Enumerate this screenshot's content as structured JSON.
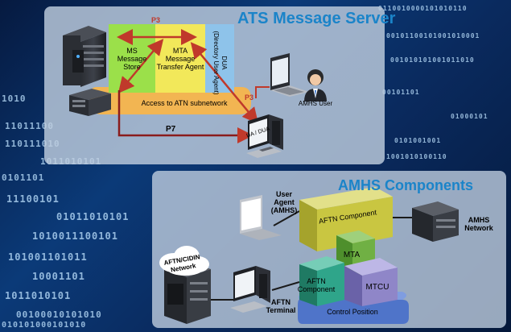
{
  "binary_lines": [
    "0110010000101010110",
    "00101100101001010001",
    "001010101001011010",
    "00101101",
    "01000101",
    "0101001001",
    "11011100",
    "110111010",
    "1011010101",
    "0101101",
    "1010",
    "11100101",
    "01011010101",
    "1010011100101",
    "101001101011",
    "10001101",
    "1011010101",
    "00100010101010",
    "010101000101010",
    "1001010100110"
  ],
  "top_panel": {
    "title": "ATS Message Server",
    "ms_line1": "MS",
    "ms_line2": "Message Store",
    "mta_line1": "MTA",
    "mta_line2": "Message",
    "mta_line3": "Transfer Agent",
    "dua_line1": "DUA",
    "dua_line2": "(Directory User Agent)",
    "access_label": "Access to ATN subnetwork",
    "p3_top": "P3",
    "p3_right": "P3",
    "p7": "P7",
    "amhs_user": "AMHS User",
    "ua_dua": "UA / DUA"
  },
  "bottom_panel": {
    "title": "AMHS Components",
    "user_agent_line1": "User",
    "user_agent_line2": "Agent",
    "user_agent_line3": "(AMHS)",
    "aftn_component_top": "AFTN Component",
    "mta": "MTA",
    "aftn_component_line1": "AFTN",
    "aftn_component_line2": "Component",
    "mtcu": "MTCU",
    "control_position": "Control Position",
    "amhs_network_line1": "AMHS",
    "amhs_network_line2": "Network",
    "aftn_cidin_line1": "AFTN/CIDIN",
    "aftn_cidin_line2": "Network",
    "aftn_terminal_line1": "AFTN",
    "aftn_terminal_line2": "Terminal"
  },
  "colors": {
    "ms_green": "#9be04a",
    "mta_yellow": "#f2e85a",
    "dua_blue": "#8ec3ea",
    "access_orange": "#f2b552",
    "arrow_red": "#c0392b",
    "title_blue": "#1b84c9",
    "olive": "#c9c641",
    "teal": "#2fa58a",
    "purple": "#8f86c8",
    "control_blue": "#4f74c9"
  }
}
